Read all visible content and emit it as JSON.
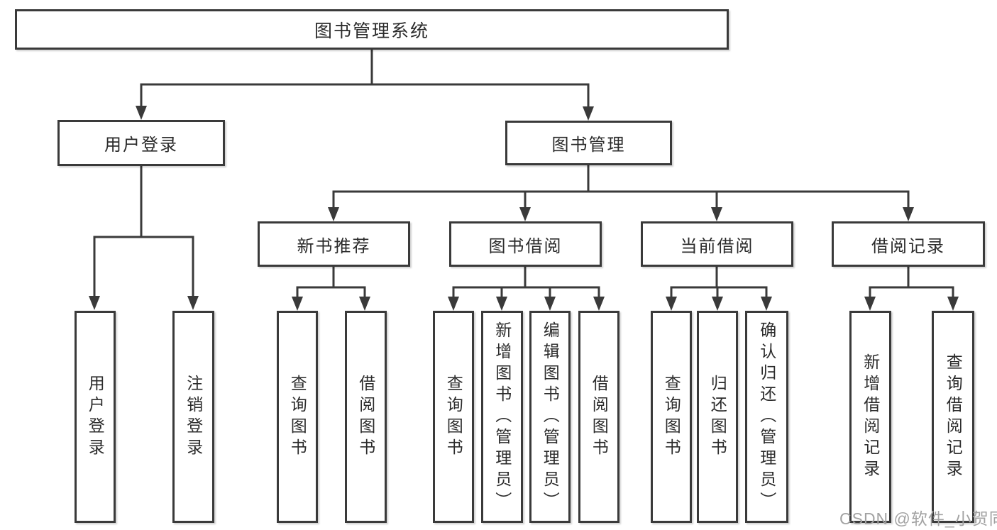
{
  "tree": {
    "label": "图书管理系统",
    "children": [
      {
        "label": "用户登录",
        "children": [
          {
            "label": "用户登录"
          },
          {
            "label": "注销登录"
          }
        ]
      },
      {
        "label": "图书管理",
        "children": [
          {
            "label": "新书推荐",
            "children": [
              {
                "label": "查询图书"
              },
              {
                "label": "借阅图书"
              }
            ]
          },
          {
            "label": "图书借阅",
            "children": [
              {
                "label": "查询图书"
              },
              {
                "label": "新增图书（管理员）"
              },
              {
                "label": "编辑图书（管理员）"
              },
              {
                "label": "借阅图书"
              }
            ]
          },
          {
            "label": "当前借阅",
            "children": [
              {
                "label": "查询图书"
              },
              {
                "label": "归还图书"
              },
              {
                "label": "确认归还（管理员）"
              }
            ]
          },
          {
            "label": "借阅记录",
            "children": [
              {
                "label": "新增借阅记录"
              },
              {
                "label": "查询借阅记录"
              }
            ]
          }
        ]
      }
    ]
  },
  "watermark": "CSDN @软件_小贺同学",
  "colors": {
    "line": "#3a3a3a",
    "box_border": "#3a3a3a",
    "text": "#2b2b2b",
    "watermark": "#a2a2a2",
    "background": "#ffffff"
  }
}
